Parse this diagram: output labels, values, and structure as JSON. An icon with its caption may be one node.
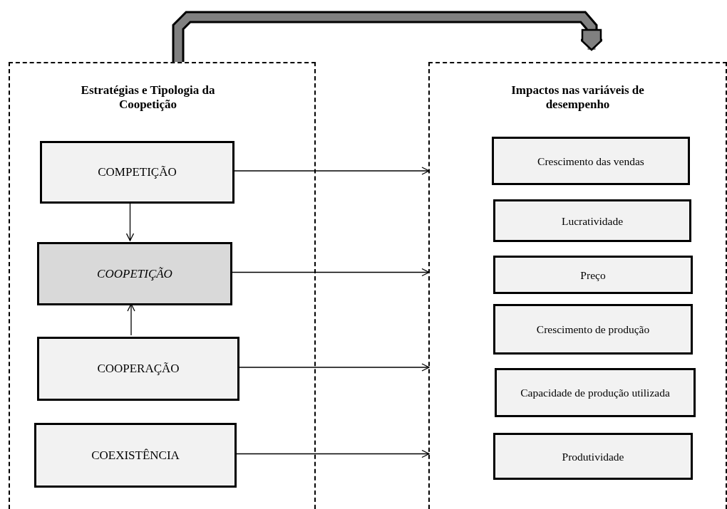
{
  "diagram": {
    "nodes": [
      {
        "text": [
          "Estratégias e Tipologia da Coopetição"
        ]
      },
      {
        "text": [
          "COMPETIÇÃO"
        ],
        "in": 0
      },
      {
        "text": [
          "COOPETIÇÃO"
        ],
        "in": 0
      },
      {
        "text": [
          "COOPERAÇÃO"
        ],
        "in": 0
      },
      {
        "text": [
          "COEXISTÊNCIA"
        ],
        "in": 0
      },
      {
        "text": [
          "Impactos nas variáveis de desempenho"
        ]
      },
      {
        "text": [
          "Crescimento das vendas"
        ],
        "in": 5
      },
      {
        "text": [
          "Lucratividade"
        ],
        "in": 5
      },
      {
        "text": [
          "Preço"
        ],
        "in": 5
      },
      {
        "text": [
          "Crescimento de produção"
        ],
        "in": 5
      },
      {
        "text": [
          "Capacidade de produção utilizada"
        ],
        "in": 5
      },
      {
        "text": [
          "Produtividade"
        ],
        "in": 5
      }
    ],
    "edges": [
      {
        "from": 0,
        "to": 5,
        "arrow": "to",
        "style": "thick",
        "color": "#808080"
      },
      {
        "from": 1,
        "to": 2,
        "arrow": "to"
      },
      {
        "from": 3,
        "to": 2,
        "arrow": "to"
      },
      {
        "from": 1,
        "to": 5,
        "arrow": "to"
      },
      {
        "from": 2,
        "to": 5,
        "arrow": "to"
      },
      {
        "from": 3,
        "to": 5,
        "arrow": "to"
      },
      {
        "from": 4,
        "to": 5,
        "arrow": "to"
      }
    ]
  }
}
